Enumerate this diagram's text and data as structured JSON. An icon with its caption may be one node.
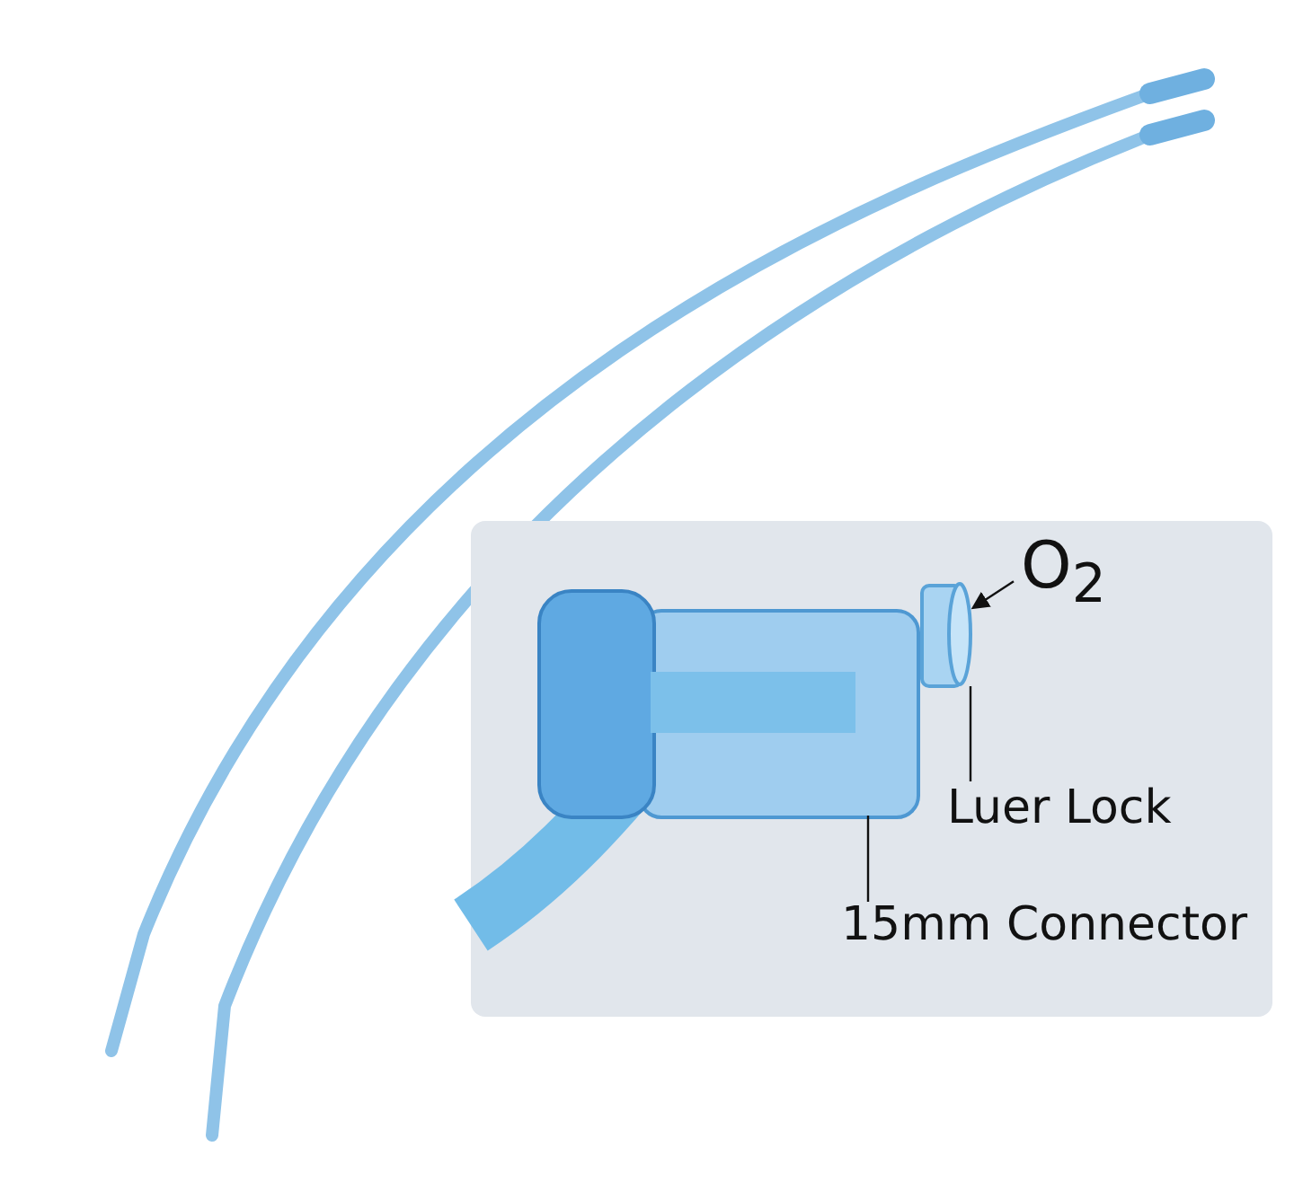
{
  "diagram": {
    "nodes": [
      {
        "text": [
          "O$_{2}$"
        ]
      },
      {
        "text": [],
        "shape": "picture"
      },
      {
        "text": [
          "Luer Lock"
        ]
      },
      {
        "text": [
          "15mm Connector"
        ]
      },
      {
        "text": [],
        "shape": "cylinder"
      }
    ],
    "edges": [
      {
        "from": 0,
        "to": 4,
        "arrow": "to"
      },
      {
        "from": 2,
        "to": 4,
        "arrow": "none"
      },
      {
        "from": 3,
        "to": 1,
        "arrow": "none"
      }
    ]
  }
}
